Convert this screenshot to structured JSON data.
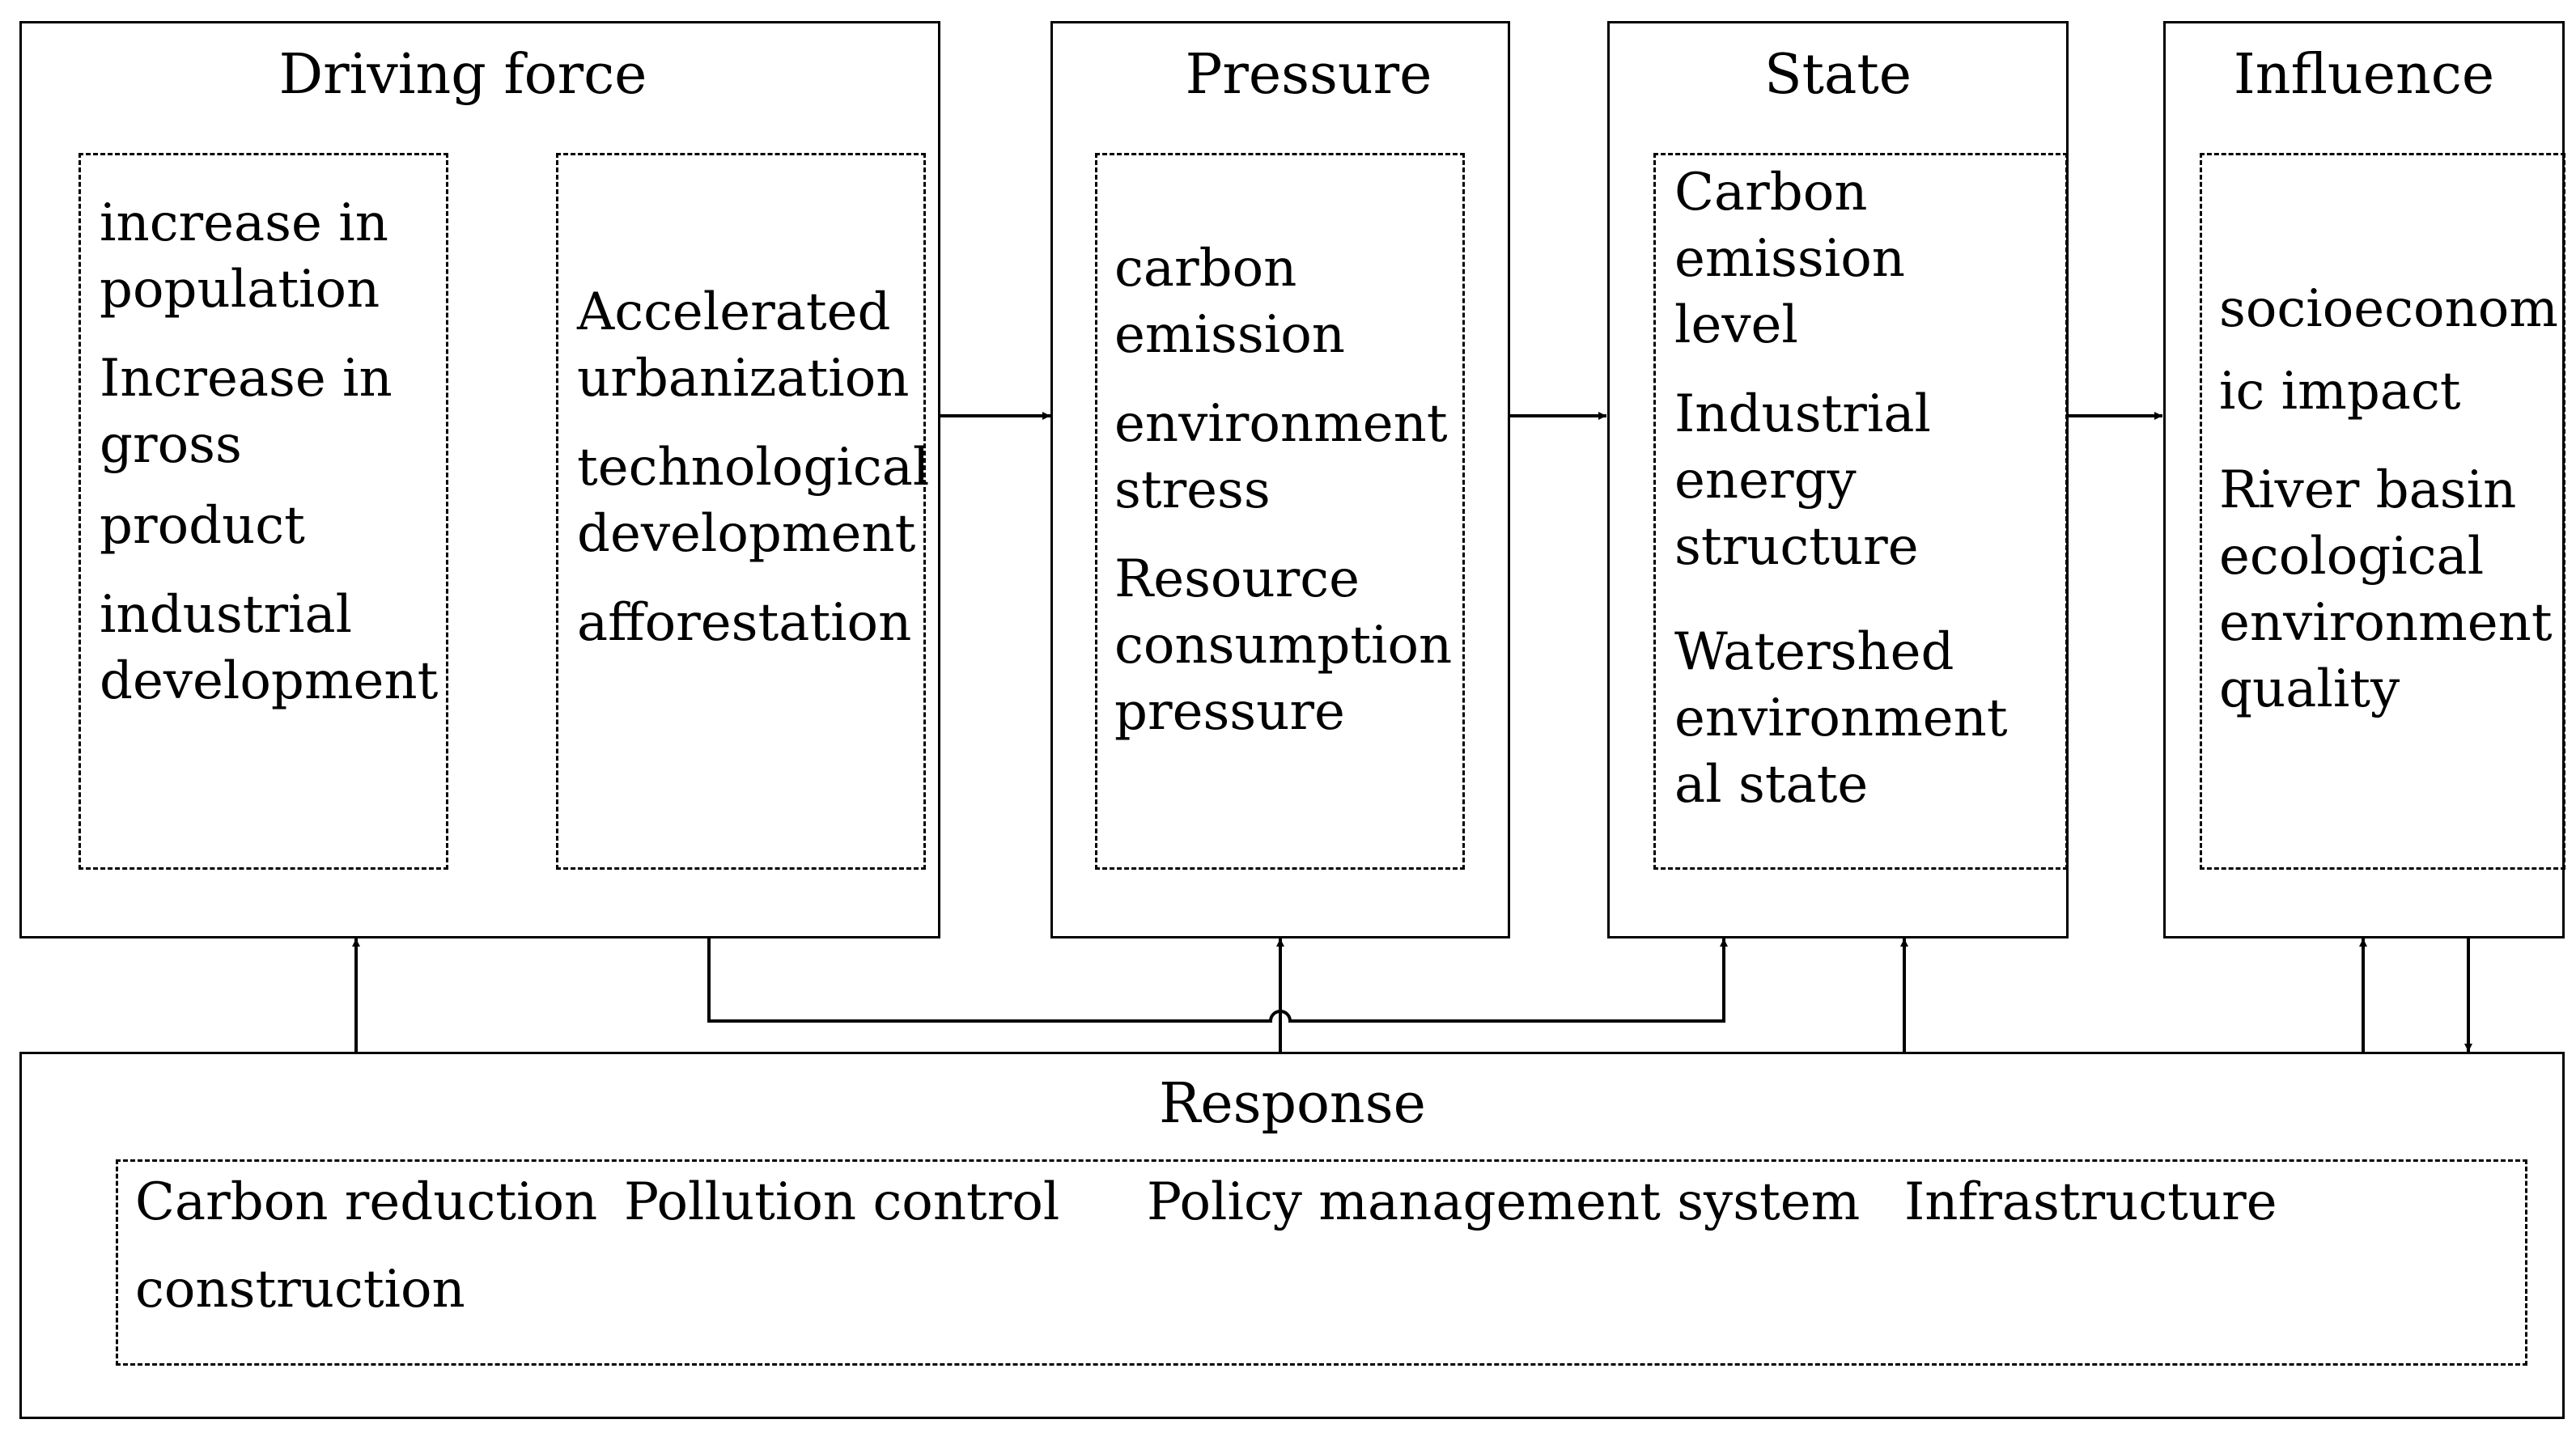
{
  "driving": {
    "title": "Driving force",
    "left_items": [
      "increase in",
      "population",
      "Increase in",
      "gross",
      "product",
      "industrial",
      "development"
    ],
    "right_items": [
      "Accelerated",
      "urbanization",
      "technological",
      "development",
      "afforestation"
    ]
  },
  "pressure": {
    "title": "Pressure",
    "items": [
      "carbon",
      "emission",
      "environment",
      "stress",
      "Resource",
      "consumption",
      "pressure"
    ]
  },
  "state": {
    "title": "State",
    "items": [
      "Carbon",
      "emission",
      "level",
      "Industrial",
      "energy",
      "structure",
      "Watershed",
      "environment",
      "al state"
    ]
  },
  "influence": {
    "title": "Influence",
    "items": [
      "socioeconom",
      "ic impact",
      "River basin",
      "ecological",
      "environment",
      "quality"
    ]
  },
  "response": {
    "title": "Response",
    "items": [
      "Carbon reduction",
      "Pollution control",
      "Policy management system",
      "Infrastructure",
      "construction"
    ]
  }
}
